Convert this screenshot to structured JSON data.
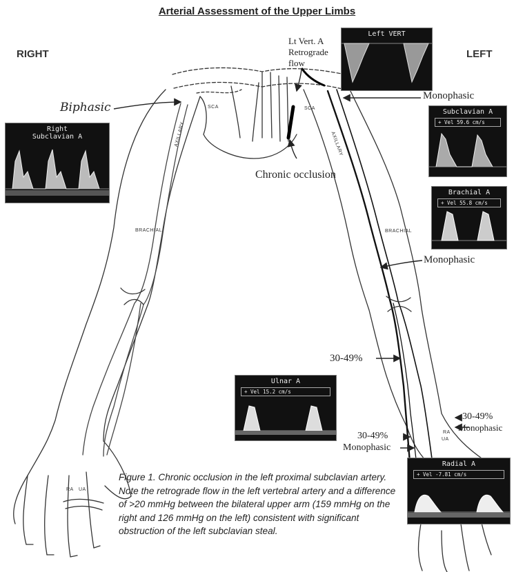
{
  "title": "Arterial Assessment of the Upper Limbs",
  "side_labels": {
    "right": "RIGHT",
    "left": "LEFT"
  },
  "annotations": {
    "biphasic": "Biphasic",
    "lt_vert": "Lt Vert. A\nRetrograde\nflow",
    "monophasic": "Monophasic",
    "chronic_occlusion": "Chronic occlusion",
    "stenosis": "30-49%"
  },
  "vessel_labels": {
    "sca": "SCA",
    "axillary": "AXILLARY",
    "brachial": "BRACHIAL",
    "ra": "RA",
    "ua": "UA"
  },
  "panels": {
    "right_subclavian": {
      "title": "Right\nSubclavian A"
    },
    "left_vert": {
      "title": "Left  VERT"
    },
    "subclavian": {
      "title": "Subclavian A",
      "vel": "+ Vel  59.6 cm/s"
    },
    "brachial": {
      "title": "Brachial A",
      "vel": "+ Vel  55.8 cm/s"
    },
    "ulnar": {
      "title": "Ulnar A",
      "vel": "+ Vel  15.2 cm/s"
    },
    "radial": {
      "title": "Radial A",
      "vel": "+ Vel   -7.81 cm/s"
    }
  },
  "caption": "Figure 1. Chronic occlusion in the left proximal subclavian artery. Note the retrograde flow in the left vertebral artery and a difference of >20 mmHg between the bilateral upper arm (159 mmHg on the right and 126 mmHg on the left) consistent with significant obstruction of the left subclavian steal."
}
